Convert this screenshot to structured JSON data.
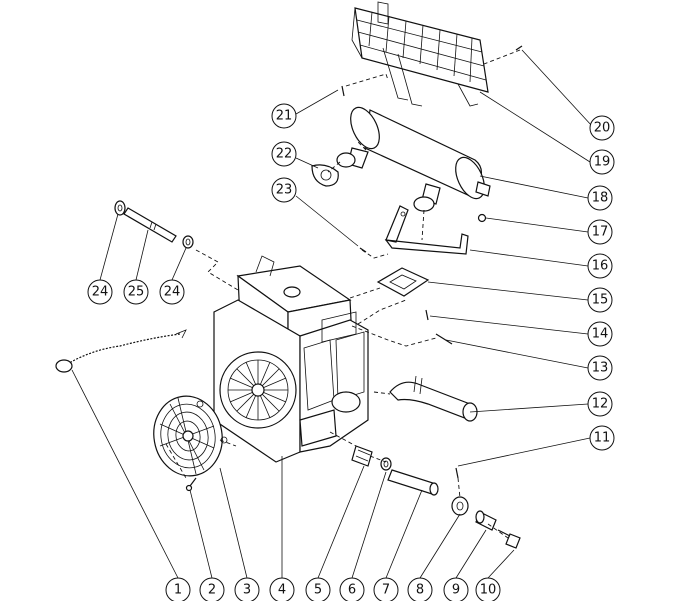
{
  "callouts": [
    "1",
    "2",
    "3",
    "4",
    "5",
    "6",
    "7",
    "8",
    "9",
    "10",
    "11",
    "12",
    "13",
    "14",
    "15",
    "16",
    "17",
    "18",
    "19",
    "20",
    "21",
    "22",
    "23",
    "24",
    "25",
    "24"
  ],
  "colors": {
    "line": "#111111",
    "background": "#ffffff"
  }
}
